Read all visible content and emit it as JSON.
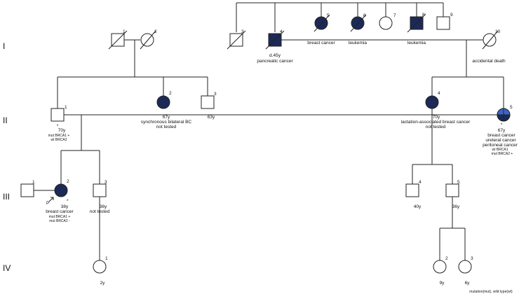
{
  "colors": {
    "affected": "#1c2a58",
    "affected_secondary": "#3a66c8",
    "unaffected": "#ffffff",
    "line": "#222222"
  },
  "generations": [
    "I",
    "II",
    "III",
    "IV"
  ],
  "individuals": {
    "I1": {
      "number": "1"
    },
    "I2": {
      "number": "2"
    },
    "I3": {
      "number": "3"
    },
    "I4": {
      "number": "4",
      "age": "d.45y",
      "label": "pancreatic cancer"
    },
    "I5": {
      "number": "5",
      "label": "breast cancer"
    },
    "I6": {
      "number": "6",
      "label": "leukemia"
    },
    "I7": {
      "number": "7"
    },
    "I8": {
      "number": "8",
      "label": "leukemia"
    },
    "I9": {
      "number": "9"
    },
    "I10": {
      "number": "10",
      "label": "accidental death"
    },
    "II1": {
      "number": "1",
      "age": "70y",
      "mark": "*",
      "gene1": "mut BRCA1 +",
      "gene2": "wt BRCA2"
    },
    "II2": {
      "number": "2",
      "age": "67y",
      "label": "synchronous bilateral BC",
      "status": "not tested"
    },
    "II3": {
      "number": "3",
      "age": "63y"
    },
    "II4": {
      "number": "4",
      "age": "70y",
      "label": "lactation-associated breast cancer",
      "status": "not tested"
    },
    "II5": {
      "number": "5",
      "age": "67y",
      "mark": "*",
      "label1": "breast cancer",
      "label2": "ureteral cancer",
      "label3": "peritoneal cancer",
      "gene1": "wt BRCA1",
      "gene2": "mut BRCA2 +"
    },
    "III1": {
      "number": "1"
    },
    "III2": {
      "number": "2",
      "proband": "P",
      "mark": "*",
      "age": "38y",
      "label": "breast cancer",
      "gene1": "mut BRCA1 +",
      "gene2": "mut BRCA2 -"
    },
    "III3": {
      "number": "3",
      "age": "36y",
      "status": "not tested"
    },
    "III4": {
      "number": "4",
      "age": "40y"
    },
    "III5": {
      "number": "5",
      "age": "36y"
    },
    "IV1": {
      "number": "1",
      "age": "2y"
    },
    "IV2": {
      "number": "2",
      "age": "9y"
    },
    "IV3": {
      "number": "3",
      "age": "6y"
    }
  },
  "footnote": "mutation(mut), wild type(wt)"
}
